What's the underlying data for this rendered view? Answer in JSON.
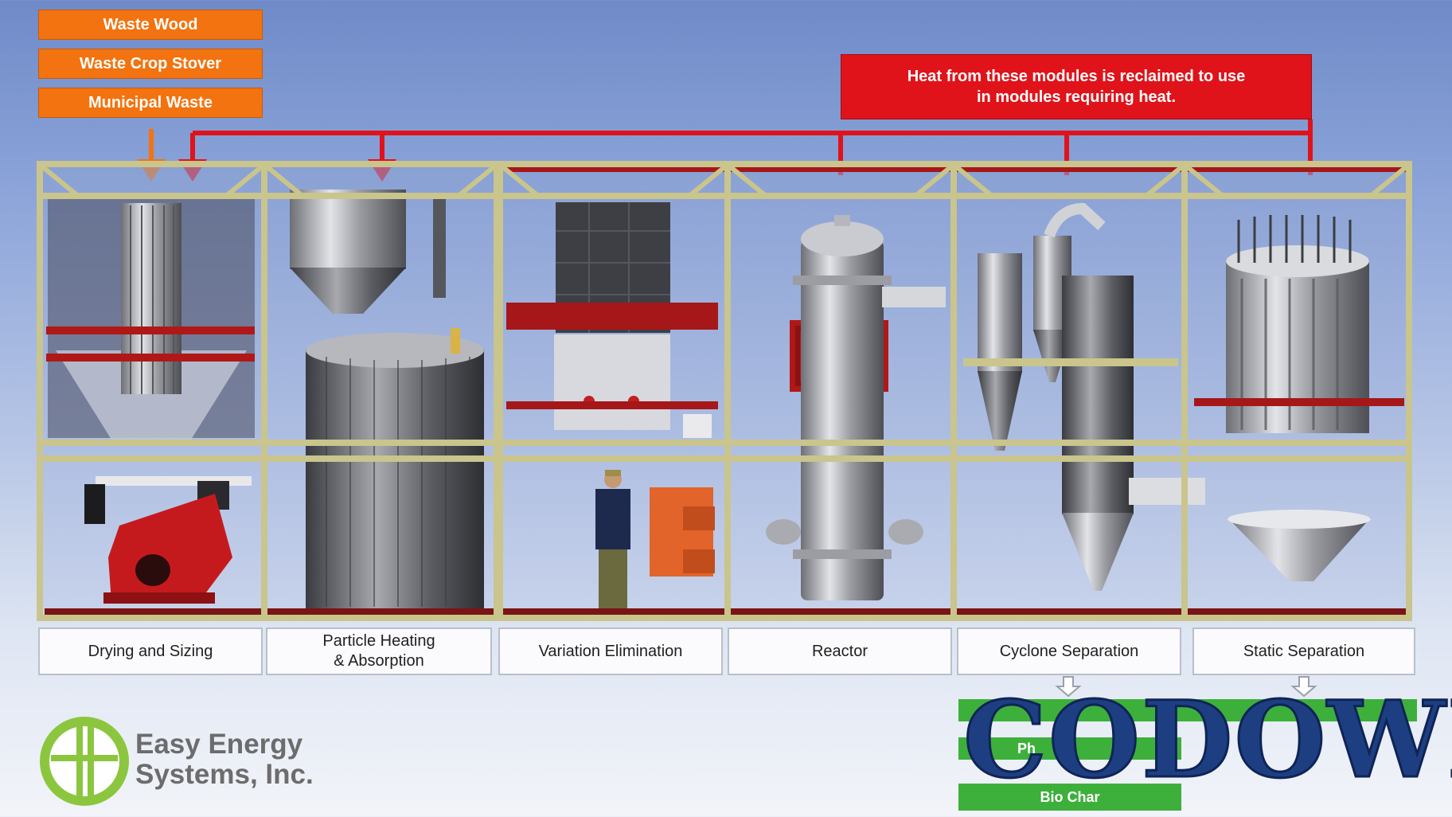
{
  "feedstocks": [
    {
      "label": "Waste Wood"
    },
    {
      "label": "Waste Crop Stover"
    },
    {
      "label": "Municipal Waste"
    }
  ],
  "heat_note": "Heat from these modules is reclaimed to use in modules requiring heat.",
  "modules": [
    {
      "label": "Drying and Sizing"
    },
    {
      "label": "Particle Heating\n& Absorption"
    },
    {
      "label": "Variation Elimination"
    },
    {
      "label": "Reactor"
    },
    {
      "label": "Cyclone Separation"
    },
    {
      "label": "Static Separation"
    }
  ],
  "outputs": [
    {
      "label": "Ph"
    },
    {
      "label": "Bio Char"
    }
  ],
  "logo": {
    "line1": "Easy Energy",
    "line2": "Systems, Inc."
  },
  "watermark": "CODOWL",
  "colors": {
    "feed_orange": "#f2730f",
    "heat_red": "#e0131a",
    "frame_khaki": "#c9c58c",
    "output_green": "#3db03b",
    "logo_green": "#8cc63f"
  }
}
